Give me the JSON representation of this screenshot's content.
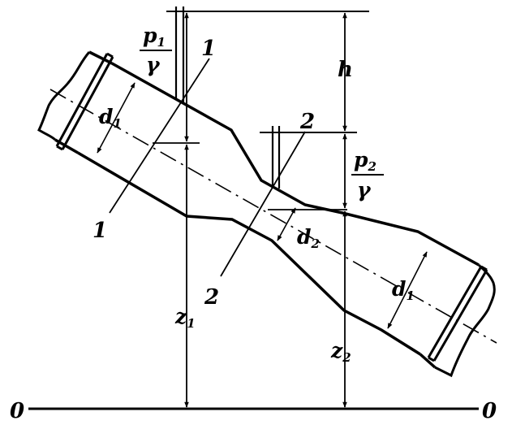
{
  "diagram": {
    "datum_left": "0",
    "datum_right": "0",
    "section_1_top": "1",
    "section_1_bottom": "1",
    "section_2_top": "2",
    "section_2_bottom": "2",
    "head_h": "h",
    "p1": {
      "num": "p",
      "num_sub": "1",
      "den": "γ"
    },
    "p2": {
      "num": "p",
      "num_sub": "2",
      "den": "γ"
    },
    "d1_left": {
      "base": "d",
      "sub": "1"
    },
    "d2": {
      "base": "d",
      "sub": "2"
    },
    "d1_right": {
      "base": "d",
      "sub": "1"
    },
    "z1": {
      "base": "z",
      "sub": "1"
    },
    "z2": {
      "base": "z",
      "sub": "2"
    }
  }
}
